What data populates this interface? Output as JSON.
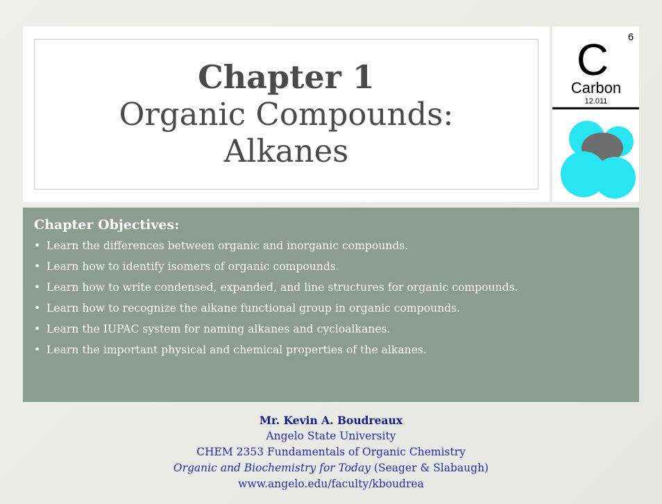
{
  "slide": {
    "title_line1": "Chapter 1",
    "title_line2": "Organic Compounds:",
    "title_line3": "Alkanes"
  },
  "element_tile": {
    "symbol": "C",
    "atomic_number": "6",
    "name": "Carbon",
    "mass": "12.011"
  },
  "objectives": {
    "heading": "Chapter Objectives:",
    "items": [
      "Learn the differences between organic and inorganic compounds.",
      "Learn how to identify isomers of organic compounds.",
      "Learn how to write condensed, expanded, and line structures for organic compounds.",
      "Learn how to recognize the alkane functional group in organic compounds.",
      "Learn the IUPAC system for naming alkanes and cycloalkanes.",
      "Learn the important physical and chemical properties of the alkanes."
    ]
  },
  "footer": {
    "author": "Mr. Kevin A. Boudreaux",
    "university": "Angelo State University",
    "course": "CHEM 2353 Fundamentals of Organic Chemistry",
    "book_title": "Organic and Biochemistry for Today",
    "book_authors": " (Seager & Slabaugh)",
    "url": "www.angelo.edu/faculty/kboudrea"
  },
  "colors": {
    "objectives_panel": "#8a9d8e",
    "footer_text": "#2a2aa0",
    "atom_cyan": "#29e4f1",
    "carbon_gray": "#6d6d6d"
  }
}
